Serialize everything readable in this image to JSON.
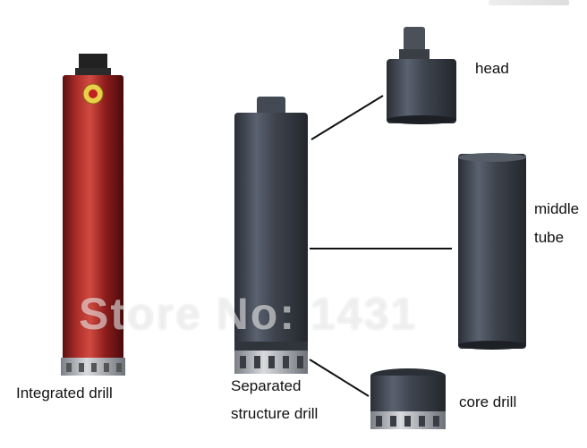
{
  "labels": {
    "integrated": "Integrated drill",
    "separated_line1": "Separated",
    "separated_line2": "structure drill",
    "head": "head",
    "middle_line1": "middle",
    "middle_line2": "tube",
    "core": "core drill"
  },
  "watermark": "Store No: 1431",
  "colors": {
    "red_tube": "#8e1d1c",
    "gray_tube": "#3b4049",
    "connector_line": "#111111"
  },
  "icons": {
    "integrated": "red-drill-bit",
    "separated": "gray-drill-bit",
    "head": "drill-head-part",
    "middle": "middle-tube-part",
    "core": "core-drill-part"
  }
}
